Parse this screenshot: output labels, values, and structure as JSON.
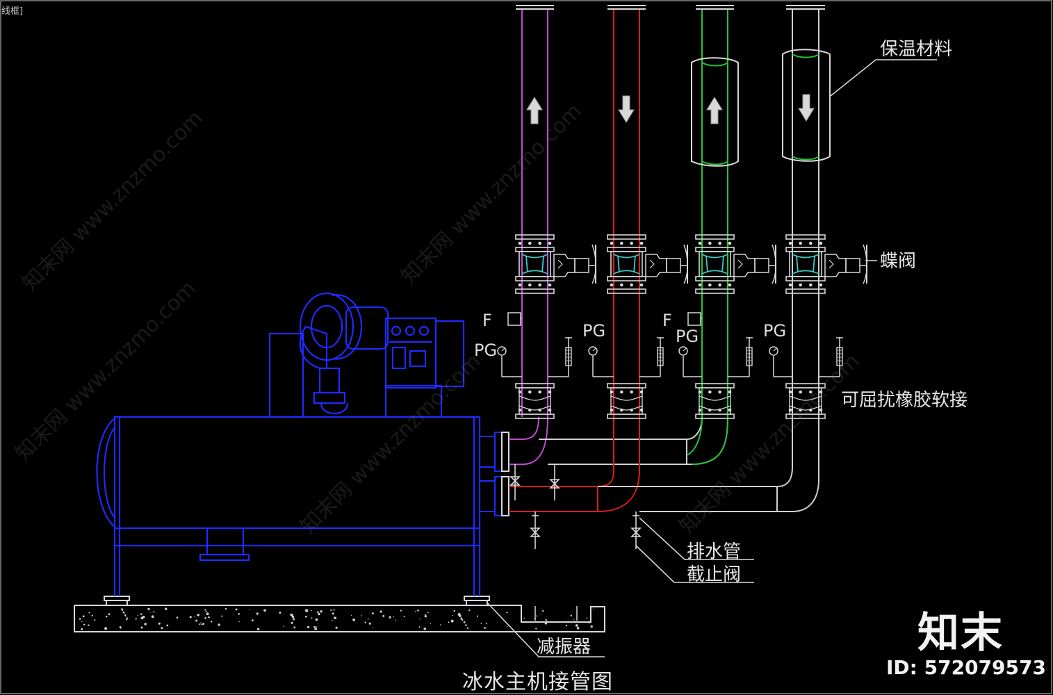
{
  "corner_label": "线框]",
  "labels": {
    "insulation": "保温材料",
    "butterfly_valve": "蝶阀",
    "flexible_joint": "可屈扰橡胶软接",
    "drain_pipe": "排水管",
    "stop_valve": "截止阀",
    "vibration_isolator": "减振器",
    "title": "冰水主机接管图"
  },
  "instrument_tags": {
    "flow_1": "F",
    "pressure_1": "PG",
    "pressure_2": "PG",
    "flow_2": "F",
    "pressure_3": "PG",
    "pressure_4": "PG"
  },
  "watermark": {
    "text": "知末网 www.znzmo.com",
    "brand": "知末",
    "id": "ID: 572079573"
  },
  "colors": {
    "background": "#000000",
    "chiller": "#1f2bff",
    "pipe_purple": "#c04bd1",
    "pipe_red": "#e11a1a",
    "pipe_green": "#22c33a",
    "pipe_gray": "#d0d0d0",
    "teal": "#3fc7c7"
  }
}
